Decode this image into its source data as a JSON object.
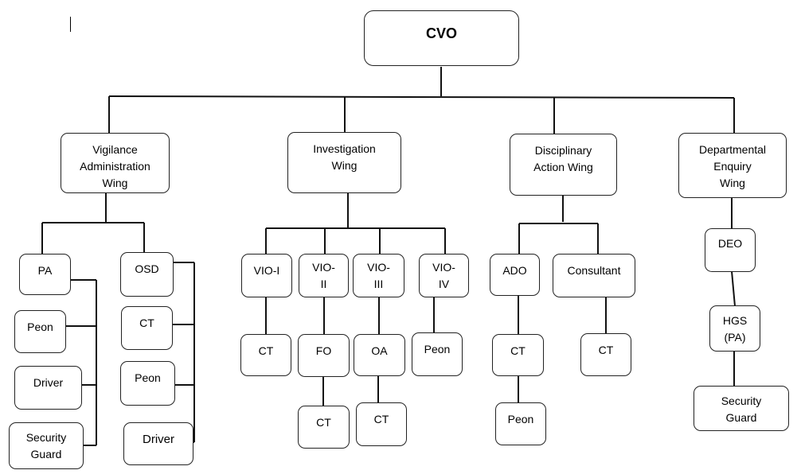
{
  "chart": {
    "root": "CVO",
    "wings": {
      "vigilance": "Vigilance\nAdministration\nWing",
      "investigation": "Investigation\nWing",
      "disciplinary": "Disciplinary\nAction Wing",
      "enquiry": "Departmental\nEnquiry\nWing"
    },
    "vigilance_units": {
      "pa": "PA",
      "pa_staff": [
        "Peon",
        "Driver",
        "Security\nGuard"
      ],
      "osd": "OSD",
      "osd_staff": [
        "CT",
        "Peon",
        "Driver"
      ]
    },
    "investigation_units": {
      "vio1": "VIO-I",
      "vio1_staff": [
        "CT"
      ],
      "vio2": "VIO-\nII",
      "vio2_staff": [
        "FO",
        "CT"
      ],
      "vio3": "VIO-\nIII",
      "vio3_staff": [
        "OA",
        "CT"
      ],
      "vio4": "VIO-\nIV",
      "vio4_staff": [
        "Peon"
      ]
    },
    "disciplinary_units": {
      "ado": "ADO",
      "ado_staff": [
        "CT",
        "Peon"
      ],
      "consultant": "Consultant",
      "consultant_staff": [
        "CT"
      ]
    },
    "enquiry_units": {
      "deo": "DEO",
      "hgs": "HGS\n(PA)",
      "guard": "Security\nGuard"
    }
  }
}
